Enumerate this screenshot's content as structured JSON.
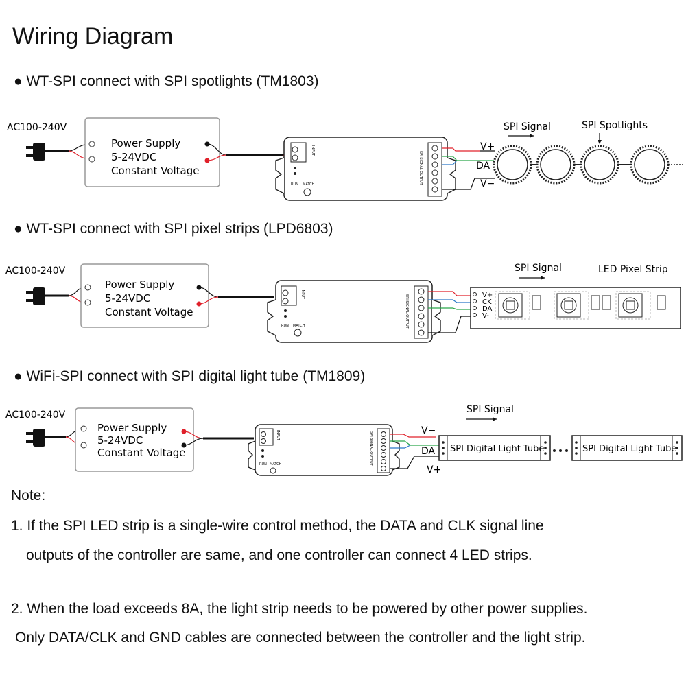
{
  "title": "Wiring Diagram",
  "sections": [
    {
      "bullet": "● WT-SPI connect with SPI spotlights (TM1803)",
      "ac": "AC100-240V",
      "ps": [
        "Power Supply",
        "5-24VDC",
        "Constant Voltage"
      ],
      "signal": "SPI Signal",
      "device": "SPI Spotlights",
      "pins": [
        "V+",
        "DA",
        "V−"
      ]
    },
    {
      "bullet": "● WT-SPI connect with SPI pixel strips (LPD6803)",
      "ac": "AC100-240V",
      "ps": [
        "Power Supply",
        "5-24VDC",
        "Constant Voltage"
      ],
      "signal": "SPI Signal",
      "device": "LED Pixel Strip",
      "pins": [
        "V+",
        "CK",
        "DA",
        "V-"
      ]
    },
    {
      "bullet": "● WiFi-SPI connect with SPI digital light tube (TM1809)",
      "ac": "AC100-240V",
      "ps": [
        "Power Supply",
        "5-24VDC",
        "Constant Voltage"
      ],
      "signal": "SPI Signal",
      "device": "SPI Digital Light Tube",
      "pins": [
        "V−",
        "DA",
        "V+"
      ]
    }
  ],
  "controller": {
    "run": "RUN",
    "match": "MATCH",
    "input": "INPUT",
    "output": "SPI SIGNAL OUTPUT"
  },
  "notes": {
    "heading": "Note:",
    "n1a": "1. If the SPI LED strip is a single-wire control method, the DATA and CLK signal line",
    "n1b": "outputs of the controller are same, and one controller can connect 4 LED strips.",
    "n2a": "2. When the load exceeds 8A, the light strip needs to be powered by other power supplies.",
    "n2b": "Only DATA/CLK and GND cables are connected between the controller and the light strip."
  },
  "colors": {
    "red": "#e0202a",
    "green": "#2aa84a",
    "blue": "#2a78c8",
    "line": "#222222"
  }
}
